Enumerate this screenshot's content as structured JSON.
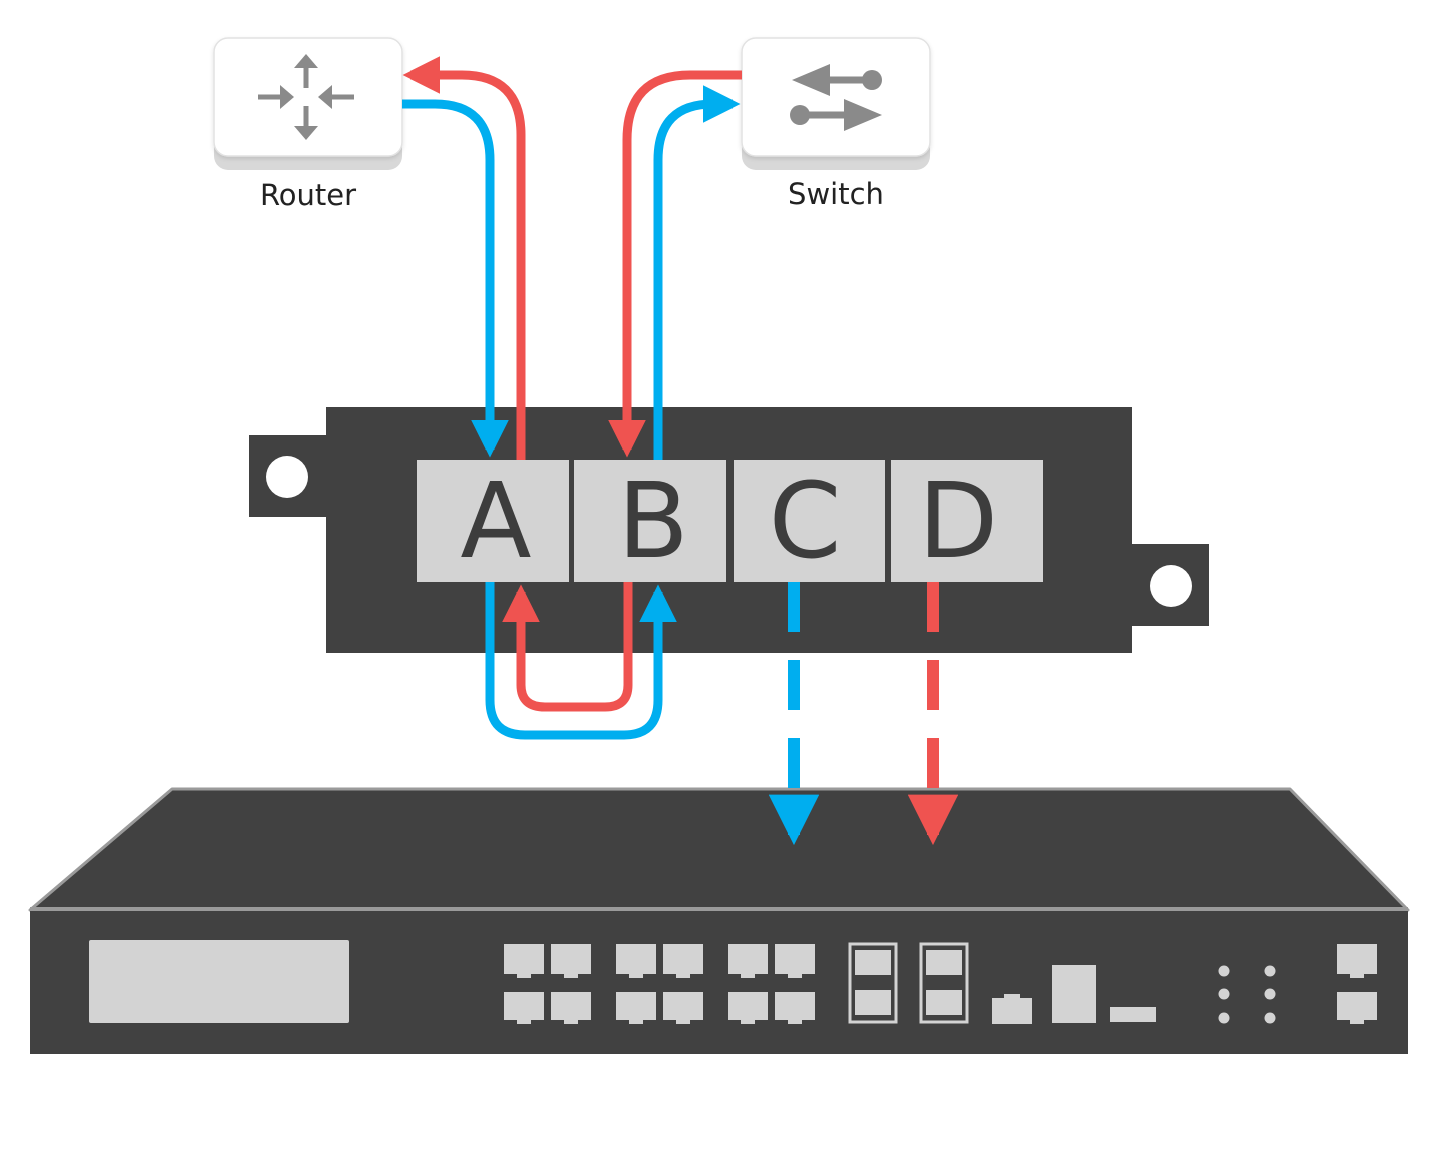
{
  "devices": {
    "router": {
      "label": "Router",
      "icon": "router-icon"
    },
    "switch": {
      "label": "Switch",
      "icon": "switch-icon"
    }
  },
  "tap": {
    "ports": [
      {
        "id": "A",
        "label": "A"
      },
      {
        "id": "B",
        "label": "B"
      },
      {
        "id": "C",
        "label": "C"
      },
      {
        "id": "D",
        "label": "D"
      }
    ]
  },
  "colors": {
    "blue": "#00aeef",
    "red": "#ef5350",
    "device_body": "#414141",
    "port_fill": "#d3d3d3",
    "icon_gray": "#8a8a8a"
  }
}
